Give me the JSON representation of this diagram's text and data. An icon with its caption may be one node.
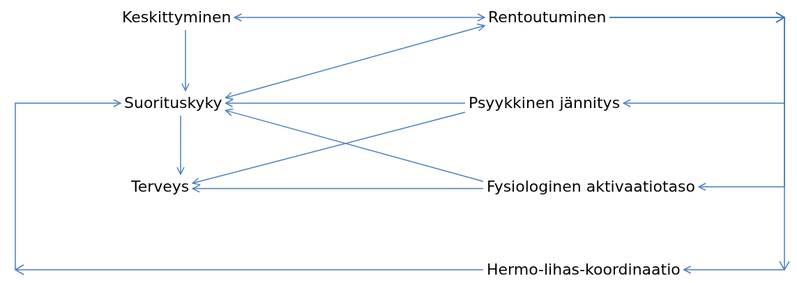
{
  "diagram": {
    "nodes": [
      {
        "text": [
          "Keskittyminen"
        ]
      },
      {
        "text": [
          "Rentoutuminen"
        ]
      },
      {
        "text": [
          "Suorituskyky"
        ]
      },
      {
        "text": [
          "Psyykkinen jännitys"
        ]
      },
      {
        "text": [
          "Terveys"
        ]
      },
      {
        "text": [
          "Fysiologinen aktivaatiotaso"
        ]
      },
      {
        "text": [
          "Hermo-lihas-koordinaatio"
        ]
      }
    ],
    "edges": [
      {
        "from": 0,
        "to": 1,
        "arrow": "both"
      },
      {
        "from": 0,
        "to": 2,
        "arrow": "to"
      },
      {
        "from": 2,
        "to": 4,
        "arrow": "to"
      },
      {
        "from": 1,
        "to": 2,
        "arrow": "both"
      },
      {
        "from": 3,
        "to": 2,
        "arrow": "to"
      },
      {
        "from": 3,
        "to": 4,
        "arrow": "to"
      },
      {
        "from": 5,
        "to": 2,
        "arrow": "to"
      },
      {
        "from": 5,
        "to": 4,
        "arrow": "to"
      },
      {
        "from": 1,
        "to": 3,
        "arrow": "to"
      },
      {
        "from": 1,
        "to": 5,
        "arrow": "to"
      },
      {
        "from": 1,
        "to": 6,
        "arrow": "to"
      },
      {
        "from": 6,
        "to": 2,
        "arrow": "to"
      }
    ]
  }
}
